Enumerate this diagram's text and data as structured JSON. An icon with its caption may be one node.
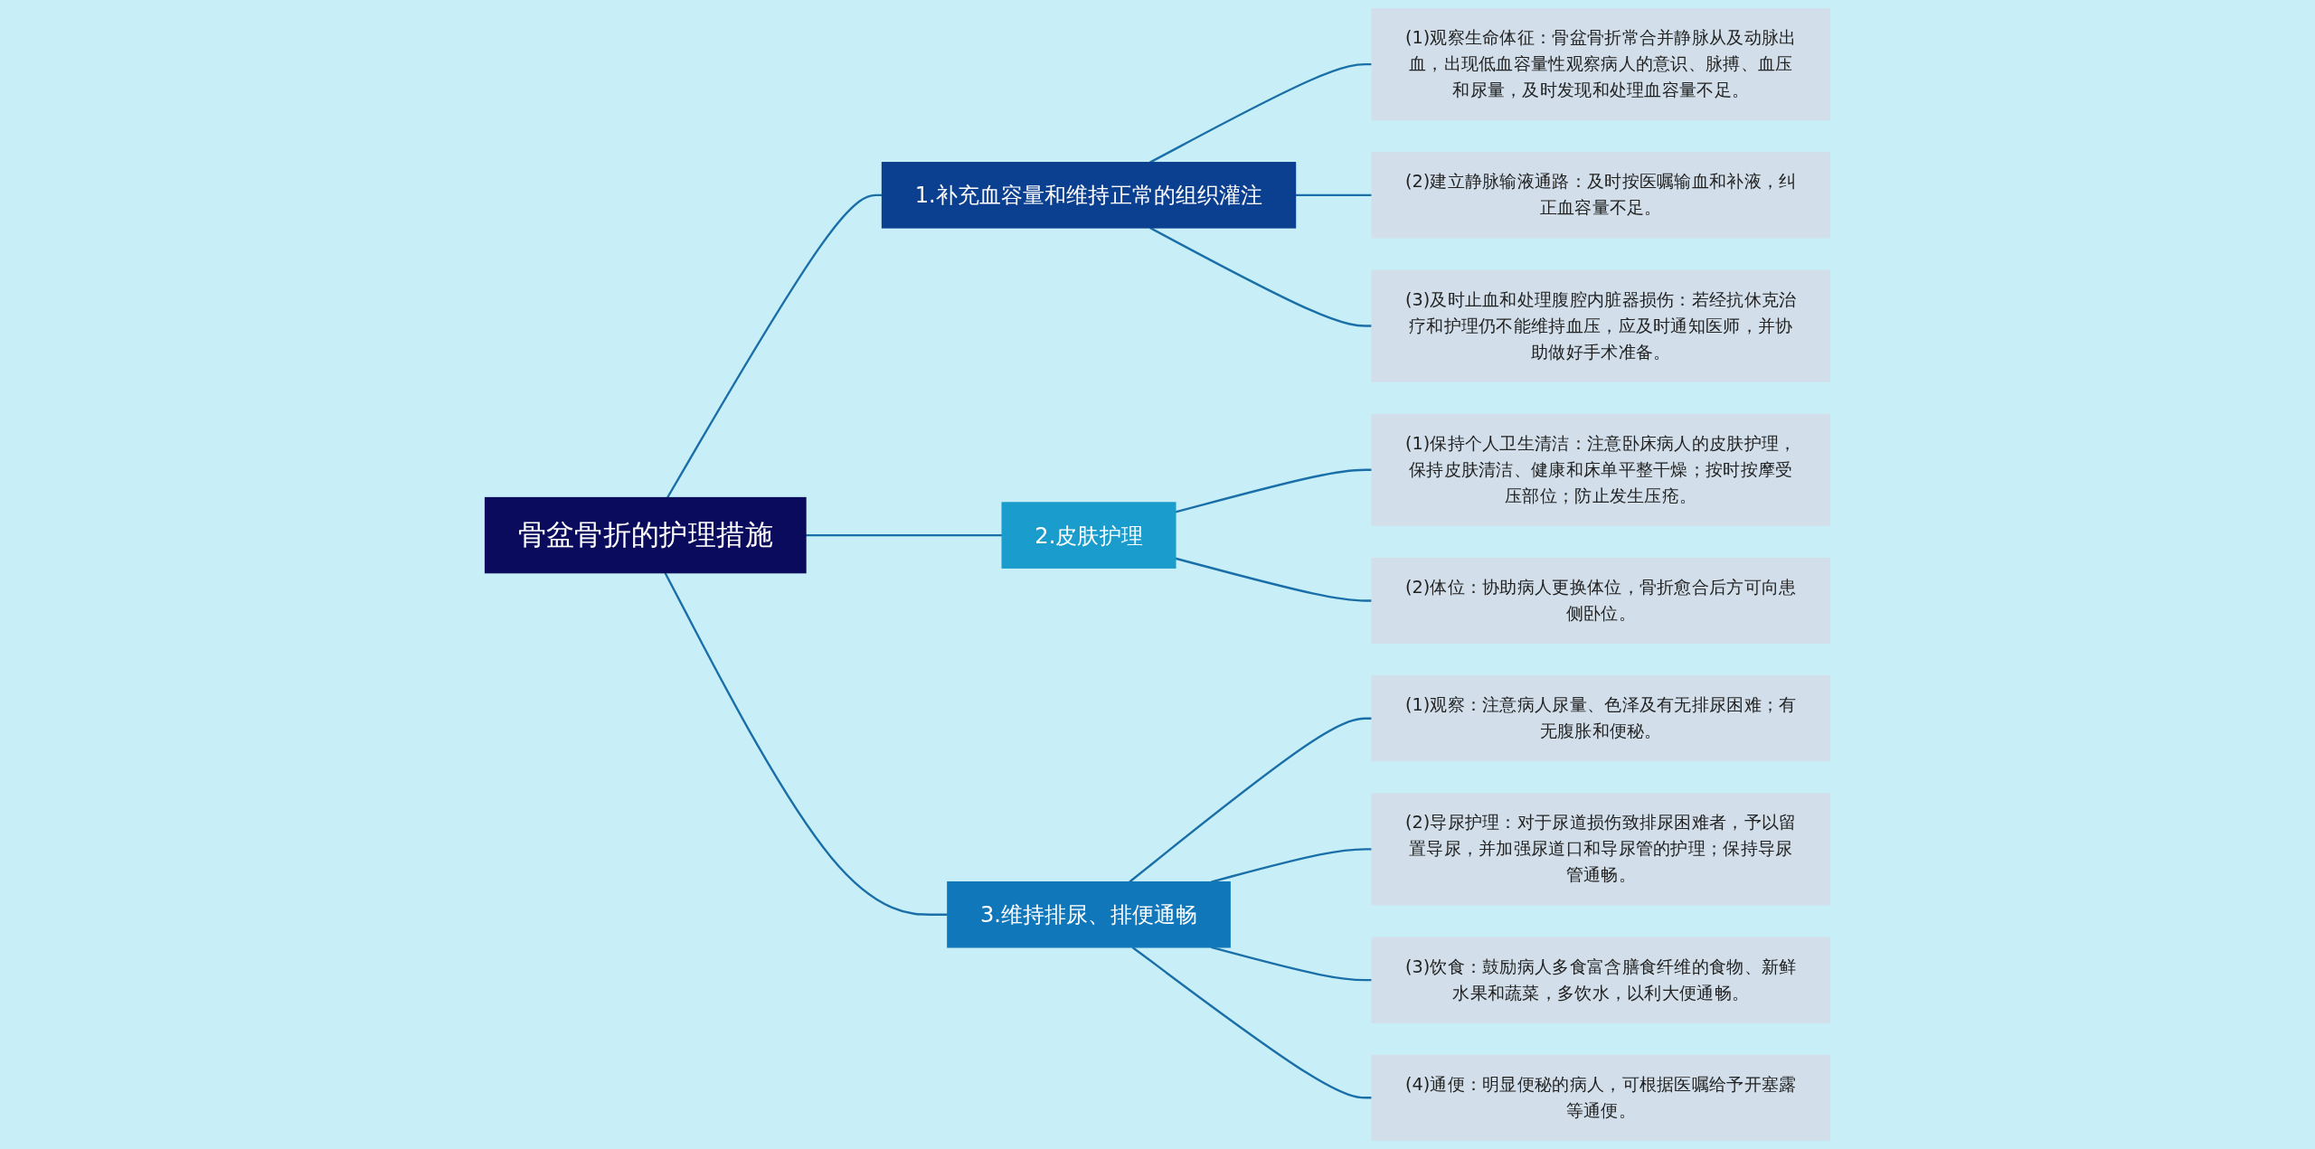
{
  "diagram": {
    "nodes": [
      {
        "text": [
          "骨盆骨折的护理措施"
        ]
      },
      {
        "text": [
          "1.补充血容量和维持正常的组织灌注"
        ]
      },
      {
        "text": [
          "(1)观察生命体征：骨盆骨折常合并静脉从及动脉出血，出现低血容量性观察病人的意识、脉搏、血压和尿量，及时发现和处理血容量不足。"
        ]
      },
      {
        "text": [
          "(2)建立静脉输液通路：及时按医嘱输血和补液，纠正血容量不足。"
        ]
      },
      {
        "text": [
          "(3)及时止血和处理腹腔内脏器损伤：若经抗休克治疗和护理仍不能维持血压，应及时通知医师，并协助做好手术准备。"
        ]
      },
      {
        "text": [
          "2.皮肤护理"
        ]
      },
      {
        "text": [
          "(1)保持个人卫生清洁：注意卧床病人的皮肤护理，保持皮肤清洁、健康和床单平整干燥；按时按摩受压部位；防止发生压疮。"
        ]
      },
      {
        "text": [
          "(2)体位：协助病人更换体位，骨折愈合后方可向患侧卧位。"
        ]
      },
      {
        "text": [
          "3.维持排尿、排便通畅"
        ]
      },
      {
        "text": [
          "(1)观察：注意病人尿量、色泽及有无排尿困难；有无腹胀和便秘。"
        ]
      },
      {
        "text": [
          "(2)导尿护理：对于尿道损伤致排尿困难者，予以留置导尿，并加强尿道口和导尿管的护理；保持导尿管通畅。"
        ]
      },
      {
        "text": [
          "(3)饮食：鼓励病人多食富含膳食纤维的食物、新鲜水果和蔬菜，多饮水，以利大便通畅。"
        ]
      },
      {
        "text": [
          "(4)通便：明显便秘的病人，可根据医嘱给予开塞露等通便。"
        ]
      }
    ],
    "edges": [
      {
        "from": 0,
        "to": 1,
        "arrow": "none"
      },
      {
        "from": 1,
        "to": 2,
        "arrow": "none"
      },
      {
        "from": 1,
        "to": 3,
        "arrow": "none"
      },
      {
        "from": 1,
        "to": 4,
        "arrow": "none"
      },
      {
        "from": 0,
        "to": 5,
        "arrow": "none"
      },
      {
        "from": 5,
        "to": 6,
        "arrow": "none"
      },
      {
        "from": 5,
        "to": 7,
        "arrow": "none"
      },
      {
        "from": 0,
        "to": 8,
        "arrow": "none"
      },
      {
        "from": 8,
        "to": 9,
        "arrow": "none"
      },
      {
        "from": 8,
        "to": 10,
        "arrow": "none"
      },
      {
        "from": 8,
        "to": 11,
        "arrow": "none"
      },
      {
        "from": 8,
        "to": 12,
        "arrow": "none"
      }
    ]
  }
}
